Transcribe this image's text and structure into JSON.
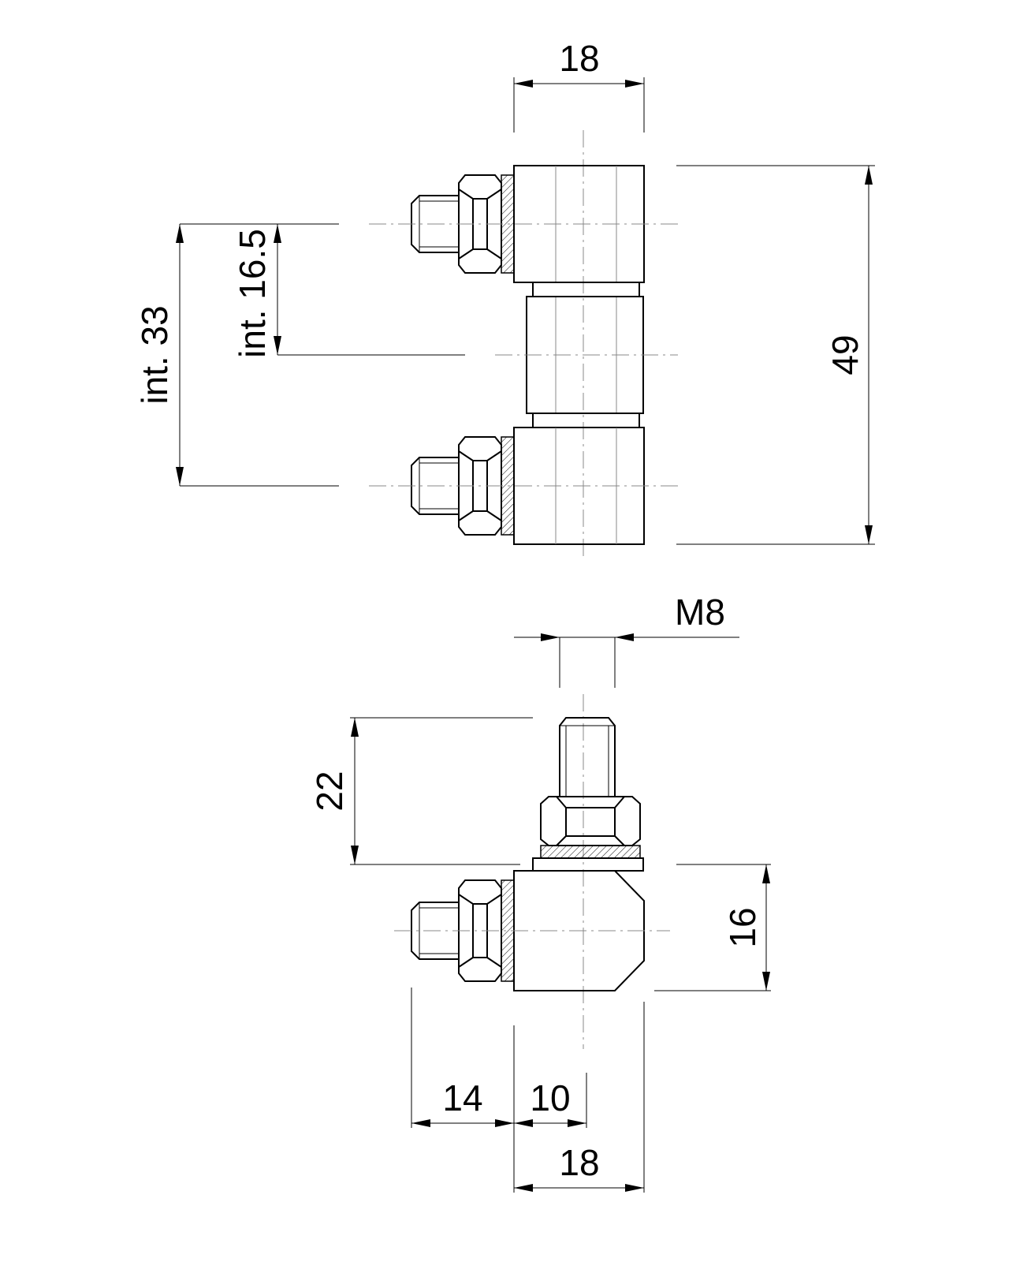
{
  "dimensions": {
    "top_width": "18",
    "overall_height": "49",
    "int_33": "int. 33",
    "int_16_5": "int. 16.5",
    "thread": "M8",
    "stud_length": "22",
    "block_height": "16",
    "left_offset": "14",
    "center_offset": "10",
    "bottom_width": "18"
  }
}
